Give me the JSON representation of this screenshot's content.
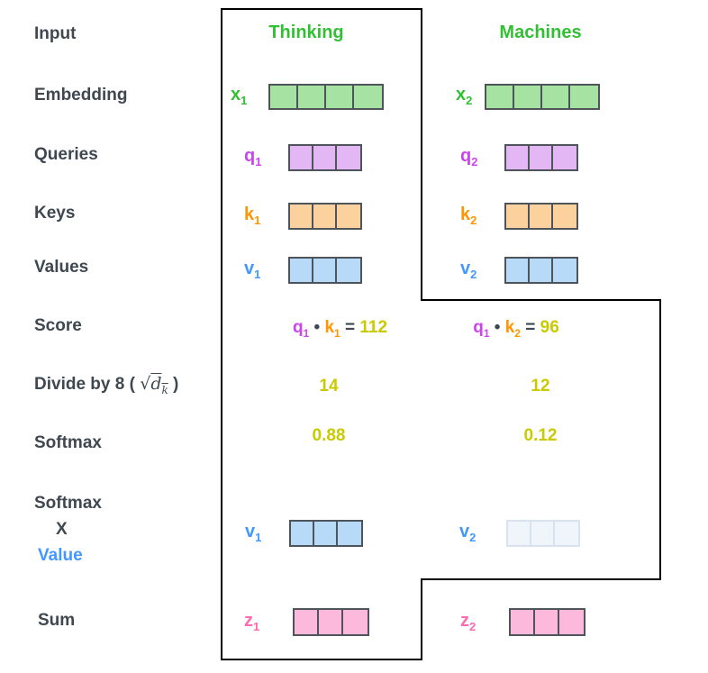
{
  "diagram": {
    "row_labels": {
      "input": "Input",
      "embedding": "Embedding",
      "queries": "Queries",
      "keys": "Keys",
      "values": "Values",
      "score": "Score",
      "softmax": "Softmax",
      "sum": "Sum"
    },
    "divide_label": {
      "prefix": "Divide by 8 ( ",
      "sqrt": "√",
      "var": "d",
      "var_sub": "k",
      "suffix": " )"
    },
    "softmax_x_value_label": {
      "line1": "Softmax",
      "line2": "X",
      "line3": "Value"
    },
    "columns": [
      {
        "title": "Thinking"
      },
      {
        "title": "Machines"
      }
    ],
    "vectors": {
      "x1": {
        "base": "x",
        "sub": "1",
        "cells": 4,
        "color": "green"
      },
      "x2": {
        "base": "x",
        "sub": "2",
        "cells": 4,
        "color": "green"
      },
      "q1": {
        "base": "q",
        "sub": "1",
        "cells": 3,
        "color": "purple"
      },
      "q2": {
        "base": "q",
        "sub": "2",
        "cells": 3,
        "color": "purple"
      },
      "k1": {
        "base": "k",
        "sub": "1",
        "cells": 3,
        "color": "orange"
      },
      "k2": {
        "base": "k",
        "sub": "2",
        "cells": 3,
        "color": "orange"
      },
      "v1": {
        "base": "v",
        "sub": "1",
        "cells": 3,
        "color": "blue"
      },
      "v2": {
        "base": "v",
        "sub": "2",
        "cells": 3,
        "color": "blue"
      },
      "v1_weighted": {
        "base": "v",
        "sub": "1",
        "cells": 3,
        "color": "blue"
      },
      "v2_weighted": {
        "base": "v",
        "sub": "2",
        "cells": 3,
        "color": "blue-faded"
      },
      "z1": {
        "base": "z",
        "sub": "1",
        "cells": 3,
        "color": "pink"
      },
      "z2": {
        "base": "z",
        "sub": "2",
        "cells": 3,
        "color": "pink"
      }
    },
    "score_row": {
      "thinking": {
        "q": "q",
        "q_sub": "1",
        "dot": "•",
        "k": "k",
        "k_sub": "1",
        "eq": "=",
        "value": "112"
      },
      "machines": {
        "q": "q",
        "q_sub": "1",
        "dot": "•",
        "k": "k",
        "k_sub": "2",
        "eq": "=",
        "value": "96"
      }
    },
    "divide_row": {
      "thinking": "14",
      "machines": "12"
    },
    "softmax_row": {
      "thinking": "0.88",
      "machines": "0.12"
    },
    "colors": {
      "label_text": "#3f4850",
      "green": "#33bf33",
      "green_fill": "#a6e2a1",
      "purple": "#cb45ec",
      "purple_fill": "#e3b6f4",
      "orange": "#ff9500",
      "orange_fill": "#fbd19d",
      "blue": "#4298ff",
      "blue_fill": "#b6daf8",
      "olive_values": "#c9ca02",
      "pink": "#ff69b0",
      "pink_fill": "#fdb9dc",
      "faded_fill": "#f0f5fc",
      "outline": "#000000"
    }
  }
}
